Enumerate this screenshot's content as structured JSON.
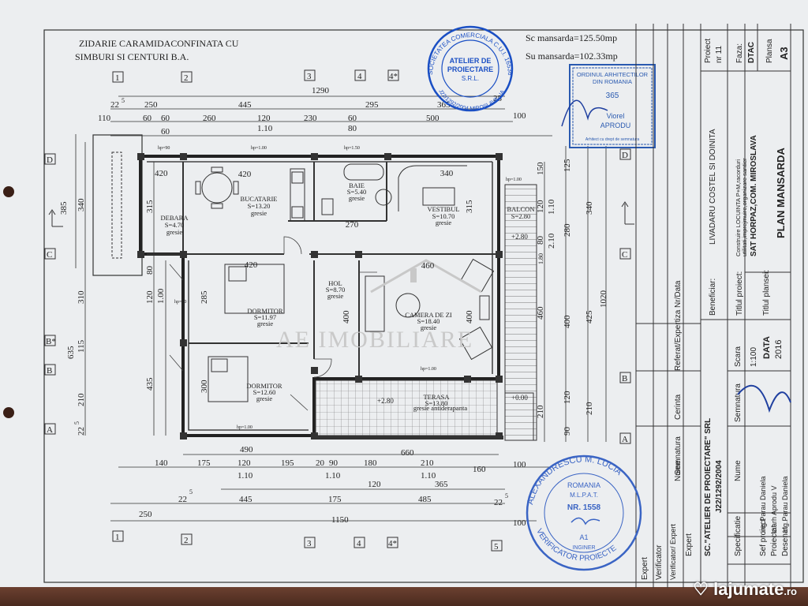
{
  "notes": {
    "line1": "ZIDARIE CARAMIDACONFINATA CU",
    "line2": "SIMBURI SI CENTURI B.A."
  },
  "areas": {
    "sc": "Sc mansarda=125.50mp",
    "su": "Su mansarda=102.33mp"
  },
  "axes_top": [
    "1",
    "2",
    "3",
    "4",
    "4*",
    "5"
  ],
  "axes_left": [
    "D",
    "C",
    "B*",
    "B",
    "A"
  ],
  "dims_top": {
    "total": "1290",
    "row1": [
      "22",
      "5",
      "250",
      "445",
      "295",
      "365",
      "25"
    ],
    "row2": [
      "110",
      "60",
      "60",
      "260",
      "120",
      "230",
      "60",
      "500",
      "100"
    ],
    "row2b": [
      "60",
      "1.10",
      "80"
    ]
  },
  "dims_bottom": {
    "row1": [
      "490",
      "660"
    ],
    "row2": [
      "140",
      "175",
      "120",
      "195",
      "20",
      "90",
      "180",
      "210",
      "160",
      "100"
    ],
    "row2b": [
      "1.10",
      "1.10",
      "1.10"
    ],
    "row3": [
      "120",
      "365"
    ],
    "row4": [
      "22",
      "5",
      "445",
      "175",
      "485",
      "22",
      "5"
    ],
    "row5": [
      "250",
      "1150",
      "100"
    ]
  },
  "dims_left": [
    "385",
    "340",
    "315",
    "635",
    "80",
    "310",
    "120",
    "1.00",
    "285",
    "115",
    "435",
    "210",
    "22",
    "5",
    "300"
  ],
  "dims_right": [
    "150",
    "125",
    "315",
    "120",
    "1.10",
    "340",
    "280",
    "2.10",
    "80",
    "1.80",
    "400",
    "425",
    "1020",
    "460",
    "120",
    "210",
    "210",
    "90"
  ],
  "rooms": [
    {
      "name": "BUCATARIE",
      "area": "S=13.20",
      "floor": "gresie",
      "dim": "420"
    },
    {
      "name": "DEBARA",
      "area": "S=4.70",
      "floor": "gresie"
    },
    {
      "name": "BAIE",
      "area": "S=5.40",
      "floor": "gresie",
      "dim": "270"
    },
    {
      "name": "VESTIBUL",
      "area": "S=10.70",
      "floor": "gresie",
      "dim": "340"
    },
    {
      "name": "BALCON",
      "area": "S=2.80",
      "floor": ""
    },
    {
      "name": "HOL",
      "area": "S=8.70",
      "floor": "gresie"
    },
    {
      "name": "DORMITOR",
      "area": "S=11.97",
      "floor": "gresie",
      "dim": "420"
    },
    {
      "name": "CAMERA DE ZI",
      "area": "S=18.40",
      "floor": "gresie",
      "dim": "460"
    },
    {
      "name": "DORMITOR",
      "area": "S=12.60",
      "floor": "gresie"
    },
    {
      "name": "TERASA",
      "area": "S=13.80",
      "floor": "gresie antiderapanta"
    }
  ],
  "levels": [
    "+2.80",
    "+2.80",
    "+0.00"
  ],
  "hp_labels": [
    "hp=90",
    "hp=1.00",
    "hp=1.50",
    "hp=1.00",
    "hp=90",
    "hp=1.00",
    "hp=1.00"
  ],
  "watermark_plan": "AE IMOBILIARE",
  "title_block": {
    "proiect_label": "Proiect",
    "proiect_val": "nr 11",
    "faza_label": "Faza:",
    "faza_val": "DTAC",
    "plansa_label": "Plansa",
    "plansa_val": "A3",
    "beneficiar_label": "Beneficiar:",
    "beneficiar_val": "LIVADARU COSTEL SI DOINITA",
    "titlu_proiect_label": "Titlul proiect:",
    "titlu_proiect_val1": "Construire LOCUINTA P+M,racorduri",
    "titlu_proiect_val2": "utilitati,imprejmuire,organizare santier",
    "titlu_proiect_val3": "SAT HORPAZ,COM. MIROSLAVA",
    "titlu_plansei_label": "Titlul plansei:",
    "titlu_plansei_val": "PLAN MANSARDA",
    "scara_label": "Scara",
    "scara_val": "1:100",
    "data_label": "DATA",
    "data_val": "2016",
    "firm_line1": "SC.\"ATELIER DE PROIECTARE\" SRL",
    "firm_line2": "J22/1292/2004",
    "referat": "Referat/Expertiza Nr/Data",
    "cerinta": "Cerinta",
    "semnatura": "Semnatura",
    "nume": "Nume",
    "expert": "Expert",
    "verificator": "Verificator",
    "verificator_expert": "Verificator/ Expert",
    "specificatie": "Specificatie",
    "sef_proiect": "Sef proiect",
    "sef_nume": "ing.Parau Daniela",
    "proiectat": "Proiectat",
    "proiectat_nume": "c.arh Aprodu V",
    "desenat": "Desenat",
    "desenat_nume": "ing.Parau Daniela"
  },
  "stamp_firm": {
    "ring": "SOCIETATEA COMERCIALA  C.U.I. 16536246",
    "center1": "ATELIER DE",
    "center2": "PROIECTARE",
    "center3": "S.R.L.",
    "bottom": "J22/1292/2004  MIROSLAVA - IASI"
  },
  "stamp_arch": {
    "line1": "ORDINUL ARHITECTILOR",
    "line2": "DIN ROMANIA",
    "line3": "365",
    "line4": "Viorel",
    "line5": "APRODU",
    "line6": "Arhitect cu drept de semnatura"
  },
  "stamp_verif": {
    "ring": "ALEXANDRESCU M. LUCIA",
    "top": "ROMANIA",
    "mid": "M.L.P.A.T.",
    "nr": "NR. 1558",
    "code": "A1",
    "inginer": "INGINER",
    "bottom": "VERIFICATOR PROIECTE"
  },
  "site_watermark": {
    "brand": "lajumate",
    "tld": ".ro"
  }
}
